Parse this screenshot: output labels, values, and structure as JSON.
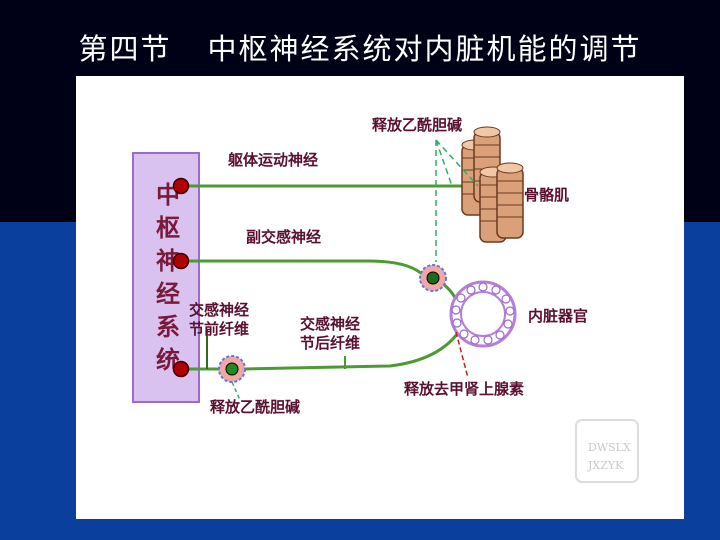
{
  "slide": {
    "section": "第四节",
    "title": "中枢神经系统对内脏机能的调节"
  },
  "diagram": {
    "cns_label": [
      "中",
      "枢",
      "神",
      "经",
      "系",
      "统"
    ],
    "labels": {
      "somatic_nerve": "躯体运动神经",
      "parasympathetic": "副交感神经",
      "preganglionic_line1": "交感神经",
      "preganglionic_line2": "节前纤维",
      "postganglionic_line1": "交感神经",
      "postganglionic_line2": "节后纤维",
      "skeletal_muscle": "骨骼肌",
      "visceral_organ": "内脏器官",
      "ach_top": "释放乙酰胆碱",
      "ach_bottom": "释放乙酰胆碱",
      "norepinephrine": "释放去甲肾上腺素"
    },
    "colors": {
      "cns_box_fill": "#d9c2f0",
      "cns_box_stroke": "#9a6ad0",
      "nerve": "#4e9a32",
      "neuron_red": "#b00000",
      "neuron_green": "#1f8a1f",
      "muscle": "#d9a07a",
      "organ": "#b57edc",
      "ach_line": "#2fae6a",
      "ne_line": "#c81e1e"
    }
  },
  "watermark": {
    "line1": "DWSLX",
    "line2": "JXZYK"
  }
}
